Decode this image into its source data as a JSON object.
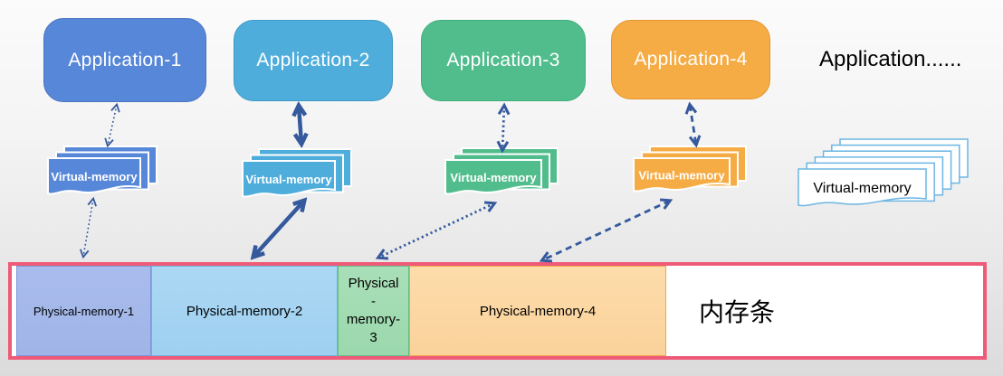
{
  "apps": {
    "items": [
      {
        "label": "Application-1",
        "color": "#5787D8",
        "border": "#4B74BE"
      },
      {
        "label": "Application-2",
        "color": "#4FADDB",
        "border": "#3E9AC8"
      },
      {
        "label": "Application-3",
        "color": "#52BD8C",
        "border": "#3FAE7B"
      },
      {
        "label": "Application-4",
        "color": "#F6AC45",
        "border": "#E2952F"
      }
    ],
    "more_label": "Application......"
  },
  "virtual_memory": {
    "label": "Virtual-memory",
    "stacks": [
      {
        "name": "virtual-memory-1",
        "color": "#5787D8",
        "text_color": "#FFFFFF",
        "edge_color": "#FFFFFF",
        "pages": 3
      },
      {
        "name": "virtual-memory-2",
        "color": "#4FADDB",
        "text_color": "#FFFFFF",
        "edge_color": "#FFFFFF",
        "pages": 3
      },
      {
        "name": "virtual-memory-3",
        "color": "#52BD8C",
        "text_color": "#FFFFFF",
        "edge_color": "#FFFFFF",
        "pages": 3
      },
      {
        "name": "virtual-memory-4",
        "color": "#F6AC45",
        "text_color": "#FFFFFF",
        "edge_color": "#FFFFFF",
        "pages": 3
      },
      {
        "name": "virtual-memory-more",
        "color": "#FFFFFF",
        "text_color": "#000000",
        "edge_color": "#6CB5E3",
        "pages": 6
      }
    ]
  },
  "memory_bar": {
    "label": "内存条",
    "border_color": "#EE5A78",
    "segments": [
      {
        "label": "Physical-memory-1",
        "color": "#A9BCEC",
        "color2": "#A0B4E8",
        "border": "#7E96D8"
      },
      {
        "label": "Physical-memory-2",
        "color": "#ABD8F4",
        "color2": "#9FD0F0",
        "border": "#6FB2DE"
      },
      {
        "label": "Physical - memory- 3",
        "color": "#A9DFB8",
        "color2": "#9BD8AC",
        "border": "#62BE85"
      },
      {
        "label": "Physical-memory-4",
        "color": "#FDDCAB",
        "color2": "#FAD29A",
        "border": "#EFA54F"
      }
    ]
  },
  "colors": {
    "arrow": "#35599D"
  }
}
